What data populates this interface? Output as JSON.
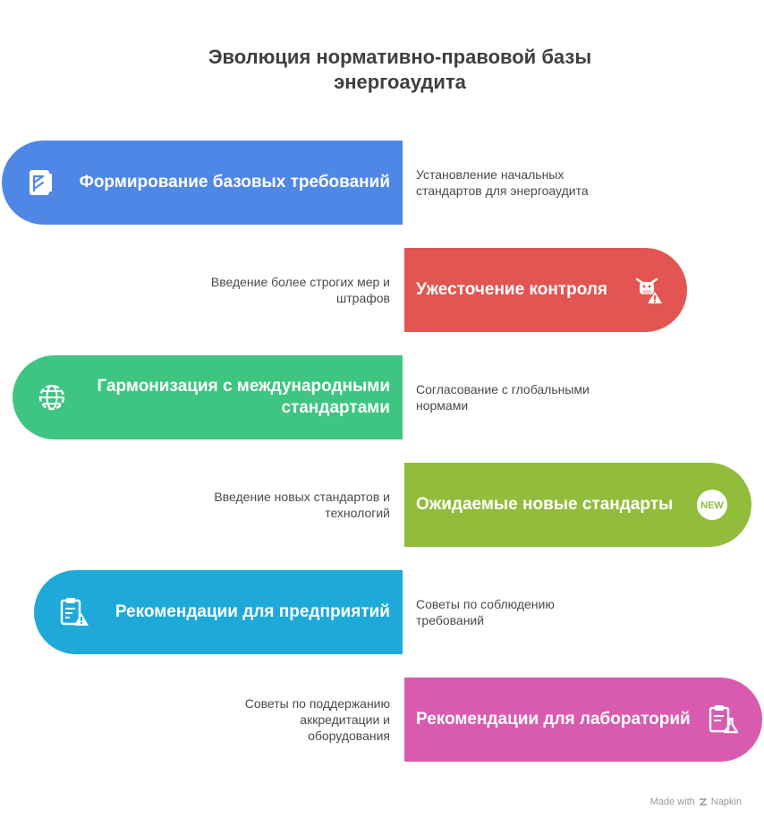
{
  "title_line1": "Эволюция нормативно-правовой базы",
  "title_line2": "энергоаудита",
  "steps": [
    {
      "label": "Формирование базовых требований",
      "description": "Установление начальных стандартов для энергоаудита",
      "icon": "building-icon",
      "color": "#4f87e6"
    },
    {
      "label": "Ужесточение контроля",
      "description": "Введение более строгих мер и штрафов",
      "icon": "cow-warning-icon",
      "color": "#e25552"
    },
    {
      "label": "Гармонизация с международными стандартами",
      "description": "Согласование с глобальными нормами",
      "icon": "globe-icon",
      "color": "#3ec581"
    },
    {
      "label": "Ожидаемые новые стандарты",
      "description": "Введение новых стандартов и технологий",
      "icon": "new-badge-icon",
      "color": "#92bc3b"
    },
    {
      "label": "Рекомендации для предприятий",
      "description": "Советы по соблюдению требований",
      "icon": "clipboard-warning-icon",
      "color": "#1fa9d9"
    },
    {
      "label": "Рекомендации для лабораторий",
      "description": "Советы по поддержанию аккредитации и оборудования",
      "icon": "clipboard-flask-icon",
      "color": "#d95bb0"
    }
  ],
  "footer": {
    "made_with": "Made with",
    "brand": "Napkin"
  }
}
